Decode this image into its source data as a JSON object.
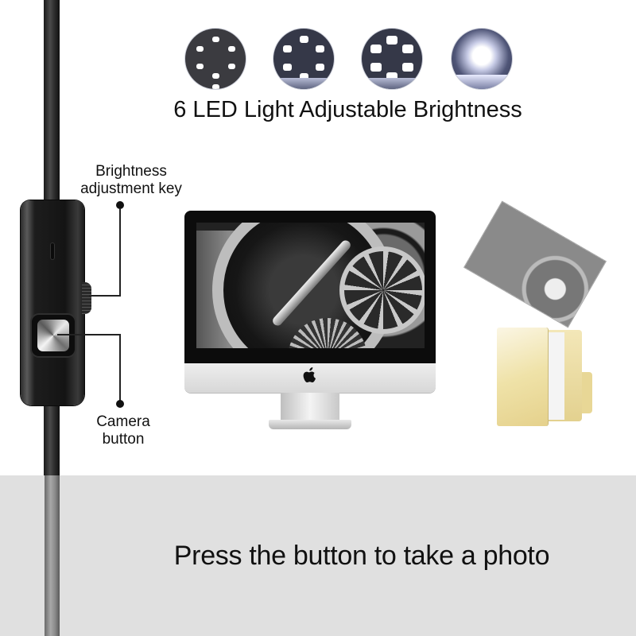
{
  "led_section": {
    "title": "6 LED Light Adjustable Brightness",
    "levels": [
      {
        "name": "led-level-1",
        "description": "off / dim"
      },
      {
        "name": "led-level-2",
        "description": "low"
      },
      {
        "name": "led-level-3",
        "description": "medium"
      },
      {
        "name": "led-level-4",
        "description": "high"
      }
    ]
  },
  "callouts": {
    "brightness_key_line1": "Brightness",
    "brightness_key_line2": "adjustment key",
    "camera_button_line1": "Camera",
    "camera_button_line2": "button"
  },
  "monitor": {
    "logo_glyph": ""
  },
  "caption": "Press the button to take a photo",
  "colors": {
    "background": "#ffffff",
    "bottom_band": "#e0e0e0",
    "text": "#111111",
    "folder": "#efe2a8"
  }
}
